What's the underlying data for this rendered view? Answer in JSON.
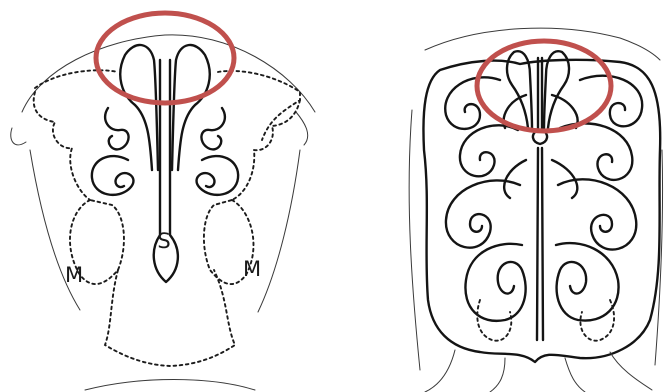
{
  "labels": {
    "septum": "S",
    "maxillary_left": "M",
    "maxillary_right": "M"
  },
  "highlight_color": "#c0504d",
  "line_color": "#141414"
}
